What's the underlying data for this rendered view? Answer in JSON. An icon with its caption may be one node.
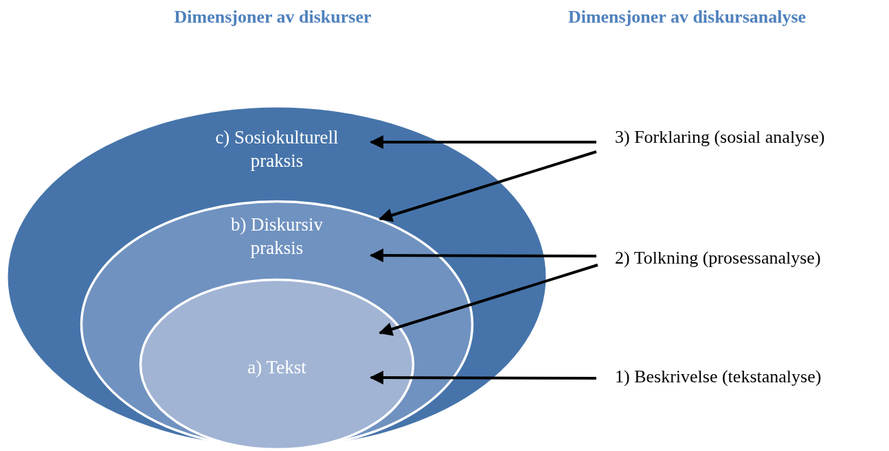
{
  "diagram": {
    "nodes": [
      {
        "text": [
          "c) Sosiokulturell praksis"
        ]
      },
      {
        "text": [
          "b) Diskursiv praksis"
        ],
        "in": 0
      },
      {
        "text": [
          "a) Tekst"
        ],
        "in": 1
      },
      {
        "text": [
          "3) Forklaring (sosial analyse)"
        ]
      },
      {
        "text": [
          "2) Tolkning (prosessanalyse)"
        ]
      },
      {
        "text": [
          "1) Beskrivelse (tekstanalyse)"
        ]
      }
    ],
    "edges": [
      {
        "from": 3,
        "to": 0,
        "arrow": "to"
      },
      {
        "from": 3,
        "to": 1,
        "arrow": "to"
      },
      {
        "from": 4,
        "to": 1,
        "arrow": "to"
      },
      {
        "from": 4,
        "to": 2,
        "arrow": "to"
      },
      {
        "from": 5,
        "to": 2,
        "arrow": "to"
      }
    ],
    "labels": [
      "Dimensjoner av diskurser",
      "Dimensjoner av diskursanalyse"
    ]
  }
}
